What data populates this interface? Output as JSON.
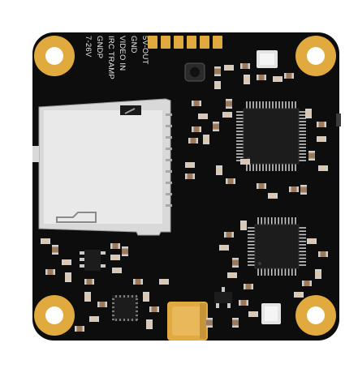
{
  "silkscreen": {
    "pins": [
      "5V-OUT",
      "GND",
      "VIDEO IN",
      "IRC TRAMP",
      "GNDP",
      "7-26V"
    ]
  },
  "colors": {
    "board": "#0d0d0d",
    "gold": "#e0aa3e",
    "gold_dark": "#b8862a",
    "chip": "#1c1c1c",
    "chip_pin": "#c9c9c9",
    "resistor_body": "#9a7a5a",
    "cap_light": "#d9c7b2",
    "silver": "#d9d9d9"
  },
  "icons": {
    "sd_card": "sd-card-slot",
    "mounting_hole": "mounting-hole",
    "mcu": "qfp-chip",
    "connector": "u-fl-connector"
  }
}
